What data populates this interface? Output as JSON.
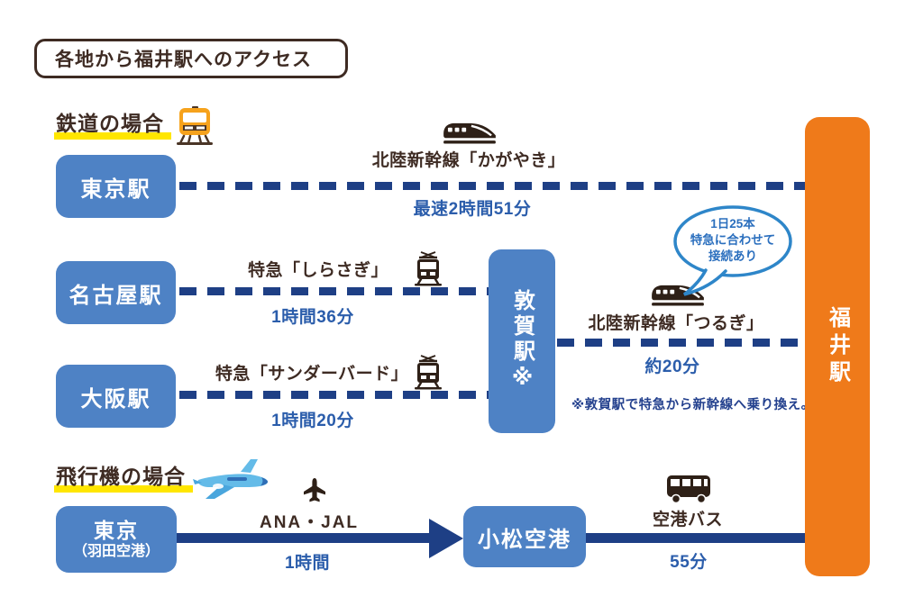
{
  "title": "各地から福井駅へのアクセス",
  "sections": {
    "rail_label": "鉄道の場合",
    "air_label": "飛行機の場合"
  },
  "stations": {
    "tokyo": "東京駅",
    "nagoya": "名古屋駅",
    "osaka": "大阪駅",
    "tsuruga": "敦賀駅※",
    "haneda_line1": "東京",
    "haneda_line2": "（羽田空港）",
    "komatsu": "小松空港",
    "fukui": "福井駅"
  },
  "routes": {
    "kagayaki": {
      "line": "北陸新幹線「かがやき」",
      "time": "最速2時間51分"
    },
    "shirasagi": {
      "line": "特急「しらさぎ」",
      "time": "1時間36分"
    },
    "thunderbird": {
      "line": "特急「サンダーバード」",
      "time": "1時間20分"
    },
    "tsurugi": {
      "line": "北陸新幹線「つるぎ」",
      "time": "約20分"
    },
    "flight": {
      "line": "ANA・JAL",
      "time": "1時間"
    },
    "bus": {
      "line": "空港バス",
      "time": "55分"
    }
  },
  "bubble": {
    "line1": "1日25本",
    "line2": "特急に合わせて",
    "line3": "接続あり"
  },
  "note": "※敦賀駅で特急から新幹線へ乗り換え。",
  "icons": {
    "rail_section": "train-front-icon",
    "kagayaki": "shinkansen-icon",
    "shirasagi": "limited-express-train-icon",
    "thunderbird": "limited-express-train-icon",
    "tsurugi": "shinkansen-icon",
    "air_section": "airplane-icon",
    "flight": "airplane-small-icon",
    "bus": "bus-icon"
  },
  "colors": {
    "station_blue": "#4e82c5",
    "fukui_orange": "#ef7a1a",
    "line_navy": "#1e3f85",
    "time_blue": "#2b5dab",
    "text_dark": "#3e2b23",
    "highlight_yellow": "#ffe600",
    "bubble_blue": "#2e86c9"
  }
}
